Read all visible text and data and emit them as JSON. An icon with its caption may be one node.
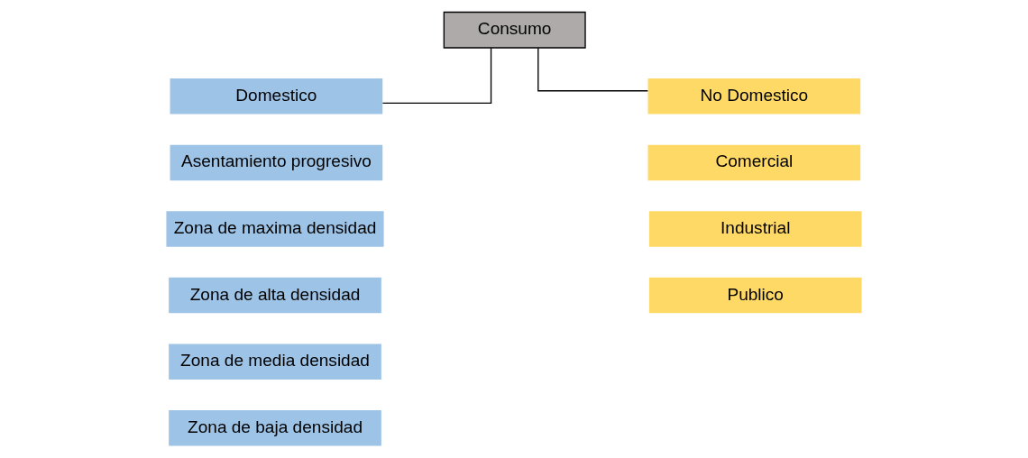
{
  "diagram": {
    "nodes": [
      {
        "text": [
          "Consumo"
        ]
      },
      {
        "text": [
          "Domestico"
        ]
      },
      {
        "text": [
          "No Domestico"
        ]
      },
      {
        "text": [
          "Asentamiento progresivo"
        ]
      },
      {
        "text": [
          "Zona de maxima densidad"
        ]
      },
      {
        "text": [
          "Zona de alta densidad"
        ]
      },
      {
        "text": [
          "Zona de media densidad"
        ]
      },
      {
        "text": [
          "Zona de baja densidad"
        ]
      },
      {
        "text": [
          "Comercial"
        ]
      },
      {
        "text": [
          "Industrial"
        ]
      },
      {
        "text": [
          "Publico"
        ]
      }
    ],
    "edges": [
      {
        "from": 0,
        "to": 1,
        "arrow": "none"
      },
      {
        "from": 0,
        "to": 2,
        "arrow": "none"
      }
    ]
  }
}
